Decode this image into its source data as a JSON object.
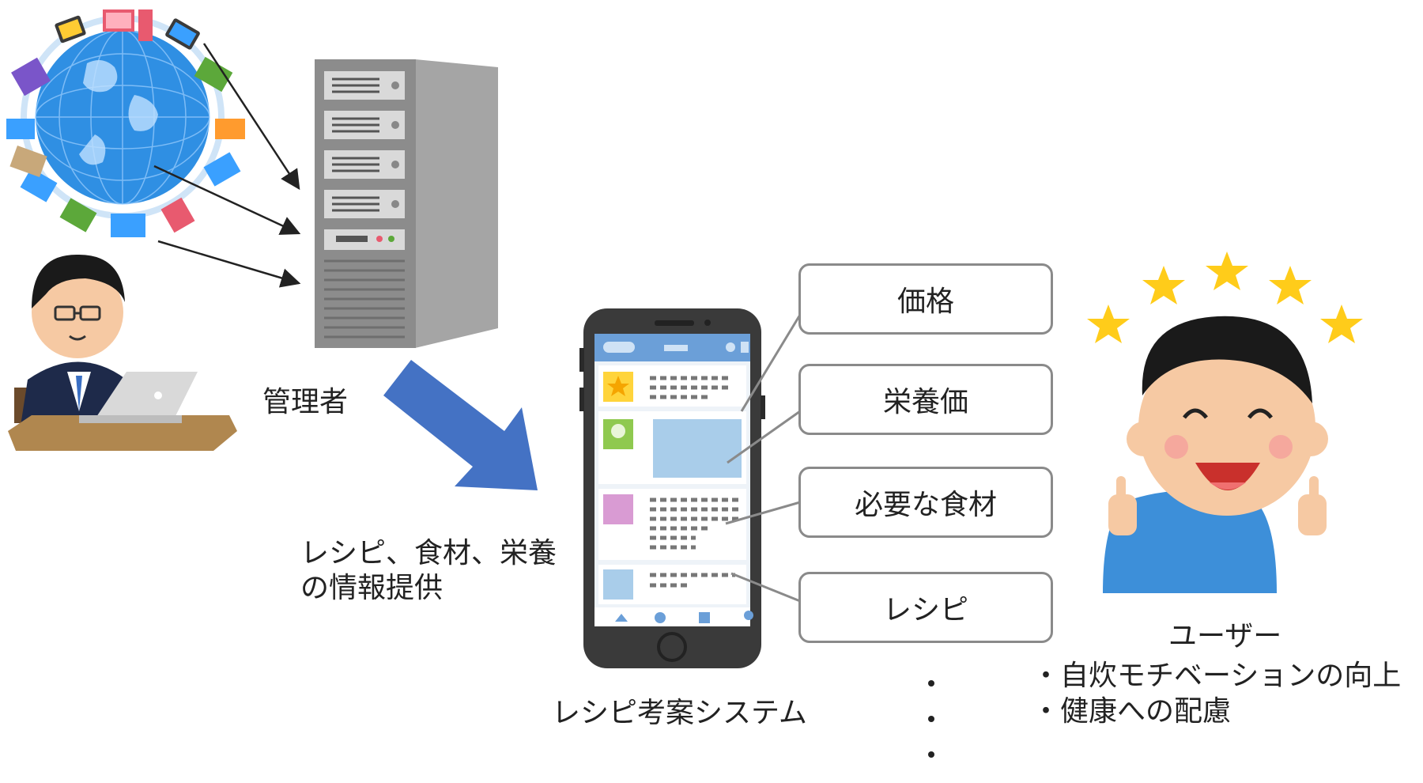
{
  "admin": {
    "label": "管理者"
  },
  "provision": {
    "line1": "レシピ、食材、栄養",
    "line2": "の情報提供"
  },
  "system": {
    "label": "レシピ考案システム"
  },
  "features": {
    "items": [
      "価格",
      "栄養価",
      "必要な食材",
      "レシピ"
    ],
    "ellipsis": "・\n・\n・"
  },
  "user": {
    "label": "ユーザー",
    "benefits": [
      "・自炊モチベーションの向上",
      "・健康への配慮"
    ]
  },
  "colors": {
    "arrow": "#4472c4",
    "globe": "#2f8fe3",
    "server": "#9e9e9e",
    "phone": "#3a3a3a",
    "star": "#ffcc1a"
  },
  "icons": [
    "globe-network-icon",
    "server-tower-icon",
    "admin-person-icon",
    "smartphone-icon",
    "happy-user-icon",
    "star-icon"
  ]
}
